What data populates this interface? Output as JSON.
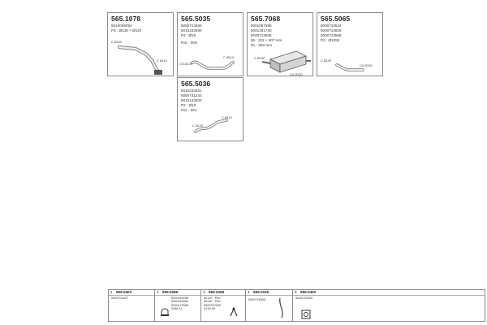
{
  "cards": [
    {
      "code": "565.1078",
      "lines": [
        "5010036094",
        "FS : Ø130 × Ø110"
      ],
      "tags": [
        "C Ø110",
        "C Ø130"
      ]
    },
    {
      "code": "565.5035",
      "lines": [
        "5000713450",
        "5010233450",
        "P2 : Ø10",
        "Pal. : 00H"
      ],
      "tags": [
        "CD Ø130",
        "C Ø110"
      ]
    },
    {
      "code": "565.7068",
      "lines": [
        "5001067385",
        "5001331730",
        "5000713806",
        "85 : 232 × 607 mm",
        "DL : 063 mm"
      ],
      "tags": [
        "C Ø130",
        "CX Ø120"
      ]
    },
    {
      "code": "565.5065",
      "lines": [
        "5000710524",
        "5000713526",
        "5000713558",
        "P2 : Ø1055"
      ],
      "tags": [
        "C Ø130",
        "CX Ø130"
      ]
    },
    {
      "code": "565.5036",
      "lines": [
        "5010233451",
        "5000731243",
        "5010144200",
        "P2 : Ø10",
        "Pal. : 001"
      ],
      "tags": [
        "C Ø120",
        "C Ø110"
      ]
    }
  ],
  "accessories": [
    {
      "no": "1",
      "code": "599.0403",
      "parts": [
        "5000704027"
      ]
    },
    {
      "no": "2",
      "code": "699.0286",
      "parts": [
        "5000449285",
        "5000449252",
        "5000175998",
        "3166 11"
      ]
    },
    {
      "no": "3",
      "code": "599.0285",
      "parts": [
        "50130 : P60",
        "50130 : P60",
        "5000372330",
        "K116 90"
      ]
    },
    {
      "no": "4",
      "code": "599.0165",
      "parts": [
        "5000716505"
      ]
    },
    {
      "no": "5",
      "code": "599.0400",
      "parts": [
        "5008730530"
      ]
    }
  ]
}
